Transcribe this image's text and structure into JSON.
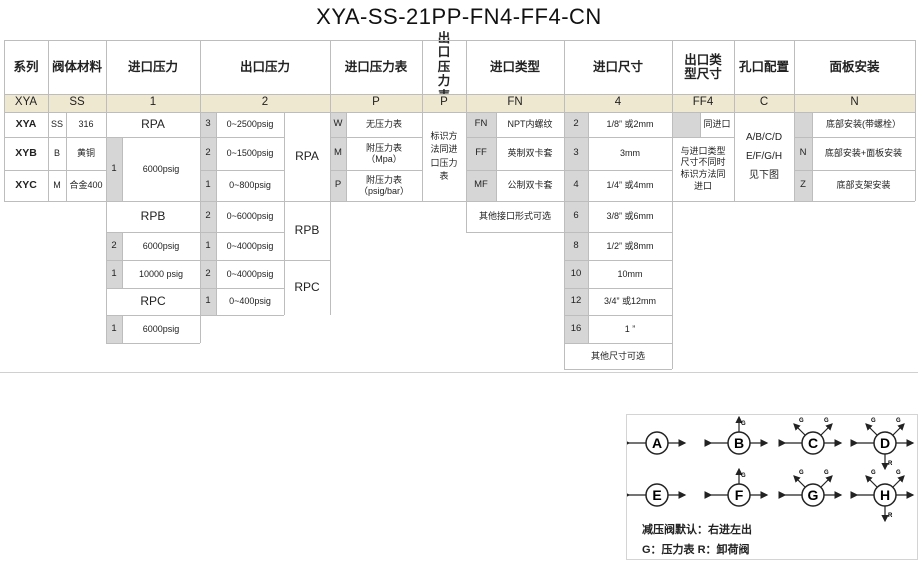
{
  "title": "XYA-SS-21PP-FN4-FF4-CN",
  "headers": {
    "series": "系列",
    "body_material": "阀体材料",
    "inlet_pressure": "进口压力",
    "outlet_pressure": "出口压力",
    "inlet_gauge": "进口压力表",
    "outlet_gauge": "出口压力表",
    "inlet_type": "进口类型",
    "inlet_size": "进口尺寸",
    "outlet_type": "出口类型尺寸",
    "port_config": "孔口配置",
    "panel_mount": "面板安装"
  },
  "code_row": [
    "XYA",
    "SS",
    "1",
    "2",
    "P",
    "P",
    "FN",
    "4",
    "FF4",
    "C",
    "N"
  ],
  "series": [
    "XYA",
    "XYB",
    "XYC"
  ],
  "materials": [
    {
      "code": "SS",
      "name": "316"
    },
    {
      "code": "B",
      "name": "黄铜"
    },
    {
      "code": "M",
      "name": "合金400"
    }
  ],
  "inlet_groups": [
    {
      "name": "RPA",
      "items": [
        {
          "code": "1",
          "value": "6000psig"
        }
      ]
    },
    {
      "name": "RPB",
      "items": [
        {
          "code": "2",
          "value": "6000psig"
        },
        {
          "code": "1",
          "value": "10000 psig"
        }
      ]
    },
    {
      "name": "RPC",
      "items": [
        {
          "code": "1",
          "value": "6000psig"
        }
      ]
    }
  ],
  "outlet_groups": [
    {
      "name": "RPA",
      "items": [
        {
          "code": "3",
          "value": "0~2500psig"
        },
        {
          "code": "2",
          "value": "0~1500psig"
        },
        {
          "code": "1",
          "value": "0~800psig"
        }
      ]
    },
    {
      "name": "RPB",
      "items": [
        {
          "code": "2",
          "value": "0~6000psig"
        },
        {
          "code": "1",
          "value": "0~4000psig"
        }
      ]
    },
    {
      "name": "RPC",
      "items": [
        {
          "code": "2",
          "value": "0~4000psig"
        },
        {
          "code": "1",
          "value": "0~400psig"
        }
      ]
    }
  ],
  "gauges": [
    {
      "code": "W",
      "desc": "无压力表"
    },
    {
      "code": "M",
      "desc": "附压力表（Mpa）"
    },
    {
      "code": "P",
      "desc": "附压力表（psig/bar）"
    }
  ],
  "outlet_gauge_note": "标识方法同进口压力表",
  "inlet_types": [
    {
      "code": "FN",
      "desc": "NPT内螺纹"
    },
    {
      "code": "FF",
      "desc": "英制双卡套"
    },
    {
      "code": "MF",
      "desc": "公制双卡套"
    }
  ],
  "inlet_types_other": "其他接口形式可选",
  "sizes": [
    {
      "code": "2",
      "desc": "1/8” 或2mm"
    },
    {
      "code": "3",
      "desc": "3mm"
    },
    {
      "code": "4",
      "desc": "1/4” 或4mm"
    },
    {
      "code": "6",
      "desc": "3/8” 或6mm"
    },
    {
      "code": "8",
      "desc": "1/2” 或8mm"
    },
    {
      "code": "10",
      "desc": "10mm"
    },
    {
      "code": "12",
      "desc": "3/4” 或12mm"
    },
    {
      "code": "16",
      "desc": "1 ”"
    }
  ],
  "sizes_other": "其他尺寸可选",
  "outlet_type_same": "同进口",
  "outlet_type_note": "与进口类型尺寸不同时标识方法同进口",
  "port_config_options": [
    "A/B/C/D",
    "E/F/G/H"
  ],
  "port_config_note": "见下图",
  "panels": [
    {
      "code": "",
      "desc": "底部安装(带螺栓）"
    },
    {
      "code": "N",
      "desc": "底部安装+面板安装"
    },
    {
      "code": "Z",
      "desc": "底部支架安装"
    }
  ],
  "legend": {
    "nodes": [
      "A",
      "B",
      "C",
      "D",
      "E",
      "F",
      "G",
      "H"
    ],
    "note1": "减压阀默认：右进左出",
    "note2": "G：压力表  R：卸荷阀"
  },
  "colors": {
    "header_tan": "#efe8d0",
    "code_gray": "#d6d6d6"
  }
}
